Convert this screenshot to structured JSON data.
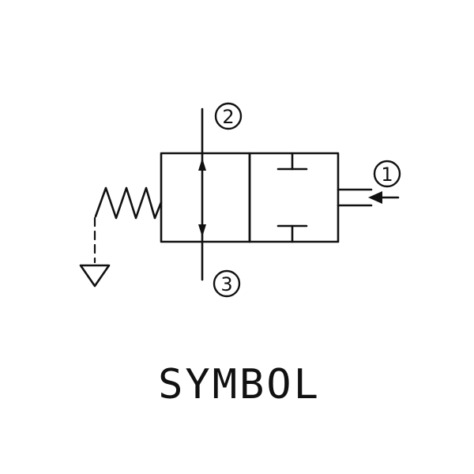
{
  "ports": {
    "port_2": "2",
    "port_3": "3",
    "port_1": "1"
  },
  "caption": "SYMBOL",
  "colors": {
    "ink": "#111111",
    "background": "#ffffff"
  },
  "icons": {
    "spring": "spring-icon",
    "exhaust": "exhaust-triangle-icon",
    "pilot": "pilot-arrow-icon"
  }
}
